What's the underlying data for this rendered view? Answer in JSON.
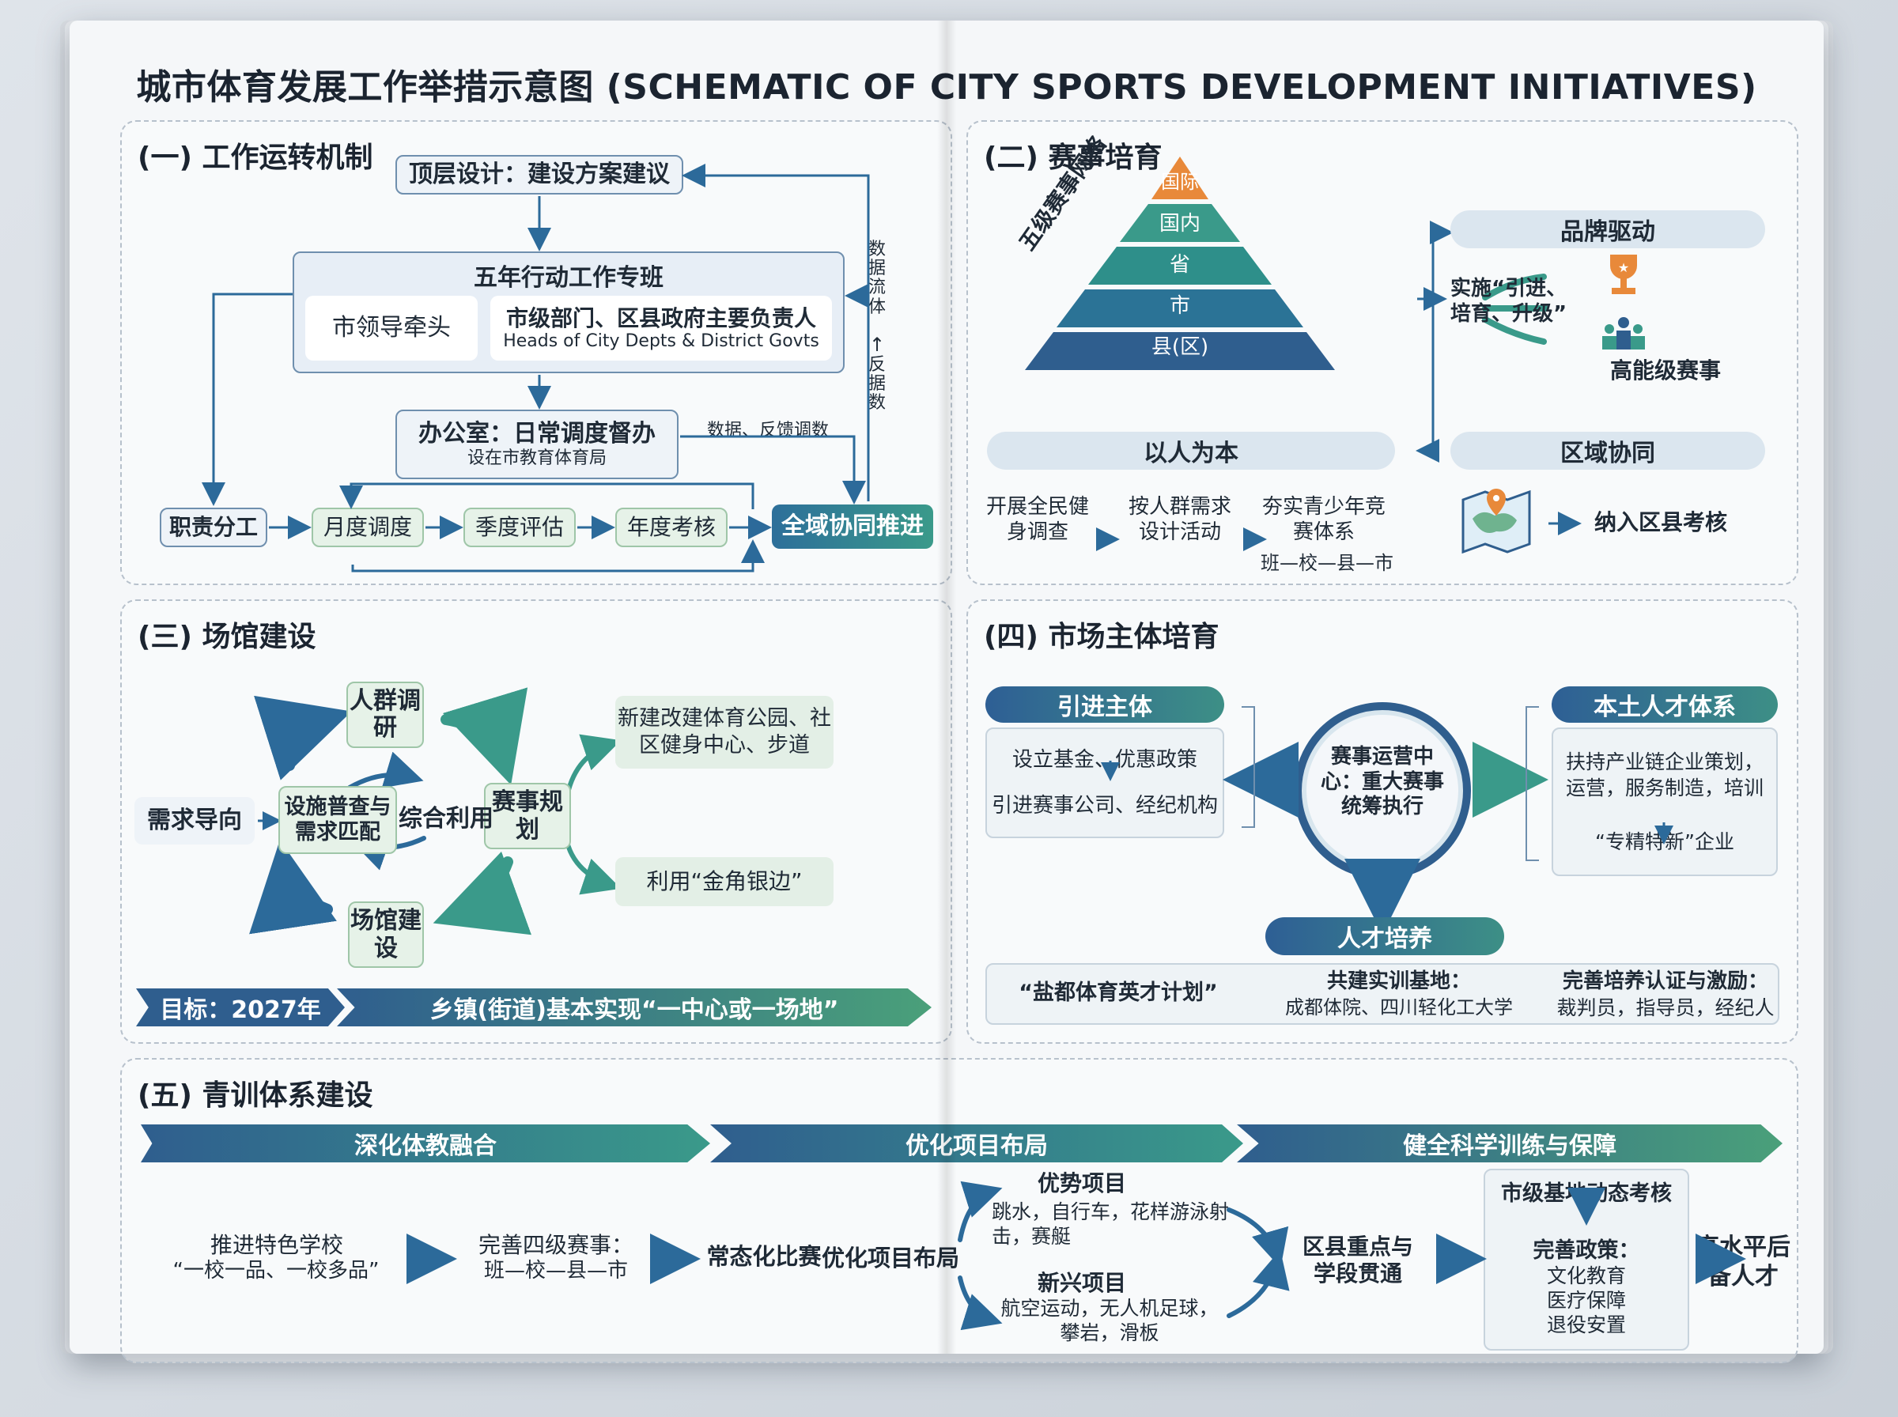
{
  "title": "城市体育发展工作举措示意图 (SCHEMATIC OF CITY SPORTS DEVELOPMENT INITIATIVES)",
  "s1": {
    "title": "(一) 工作运转机制",
    "top": "顶层设计：建设方案建议",
    "team": "五年行动工作专班",
    "leader": "市领导牵头",
    "depts": "市级部门、区县政府主要负责人",
    "depts_en": "Heads of City Depts & District Govts",
    "office": "办公室：日常调度督办",
    "office_sub": "设在市教育体育局",
    "side_note_a": "数据流体",
    "side_arrow": "↑",
    "side_note_b": "反据数",
    "data_note": "数据、反馈调数",
    "duty": "职责分工",
    "monthly": "月度调度",
    "quarterly": "季度评估",
    "annual": "年度考核",
    "collab": "全域协同推进"
  },
  "s2": {
    "title": "(二) 赛事培育",
    "pyramid_label": "五级赛事网络",
    "levels": [
      "国际",
      "国内",
      "省",
      "市",
      "县(区)"
    ],
    "brand": "品牌驱动",
    "implement": "实施“引进、培育、升级”",
    "high_level": "高能级赛事",
    "people": "以人为本",
    "step1": "开展全民健身调查",
    "step2": "按人群需求设计活动",
    "step3": "夯实青少年竞赛体系",
    "step3_sub": "班—校—县—市",
    "region": "区域协同",
    "region_item": "纳入区县考核"
  },
  "s3": {
    "title": "(三) 场馆建设",
    "demand": "需求导向",
    "survey": "人群调研",
    "plan": "赛事规划",
    "build": "场馆建设",
    "match": "设施普查与需求匹配",
    "center": "综合利用",
    "new_build": "新建改建体育公园、社区健身中心、步道",
    "corner": "利用“金角银边”",
    "goal": "目标：2027年",
    "goal_text": "乡镇(街道)基本实现“一中心或一场地”"
  },
  "s4": {
    "title": "(四) 市场主体培育",
    "intro": "引进主体",
    "fund": "设立基金、优惠政策",
    "companies": "引进赛事公司、经纪机构",
    "hub": "赛事运营中心：重大赛事统筹执行",
    "local": "本土人才体系",
    "support": "扶持产业链企业策划，运营，服务制造，培训",
    "specialized": "“专精特新”企业",
    "talent": "人才培养",
    "plan": "“盐都体育英才计划”",
    "base_title": "共建实训基地：",
    "base_text": "成都体院、四川轻化工大学",
    "cert_title": "完善培养认证与激励：",
    "cert_text": "裁判员，指导员，经纪人"
  },
  "s5": {
    "title": "(五) 青训体系建设",
    "band1": "深化体教融合",
    "band2": "优化项目布局",
    "band3": "健全科学训练与保障",
    "schools": "推进特色学校",
    "schools_sub": "“一校一品、一校多品”",
    "four_level": "完善四级赛事：",
    "four_level_sub": "班—校—县—市",
    "regular": "常态化比赛",
    "layout": "优化项目布局",
    "adv_title": "优势项目",
    "adv_text": "跳水，自行车，花样游泳射击，赛艇",
    "new_title": "新兴项目",
    "new_text": "航空运动，无人机足球，攀岩，滑板",
    "district": "区县重点与学段贯通",
    "base_eval": "市级基地动态考核",
    "policy_title": "完善政策：",
    "policy_text": "文化教育医疗保障退役安置",
    "reserve": "高水平后备人才"
  },
  "colors": {
    "blue": "#2f5e8e",
    "teal": "#3a9a8a",
    "orange": "#e8893a",
    "arrow": "#2c6a9a"
  }
}
